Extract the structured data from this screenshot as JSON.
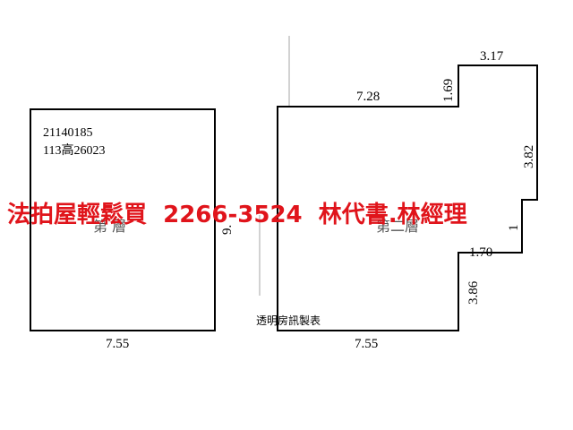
{
  "plan_left": {
    "code_line1": "21140185",
    "code_line2": "113高26023",
    "floor_label": "第 層",
    "dim_bottom": "7.55",
    "dim_right": "9."
  },
  "plan_right": {
    "floor_label": "第二層",
    "dim_top_left": "7.28",
    "dim_notch_vertical": "1.69",
    "dim_top_right": "3.17",
    "dim_right_upper": "3.82",
    "dim_step_horizontal": "1.70",
    "dim_step_vertical": "3.86",
    "dim_right_small": "1",
    "dim_bottom": "7.55"
  },
  "maker_label": "透明房訊製表",
  "banner": {
    "text": "法拍屋輕鬆買  2266-3524  林代書.林經理",
    "color": "#e0141b"
  }
}
